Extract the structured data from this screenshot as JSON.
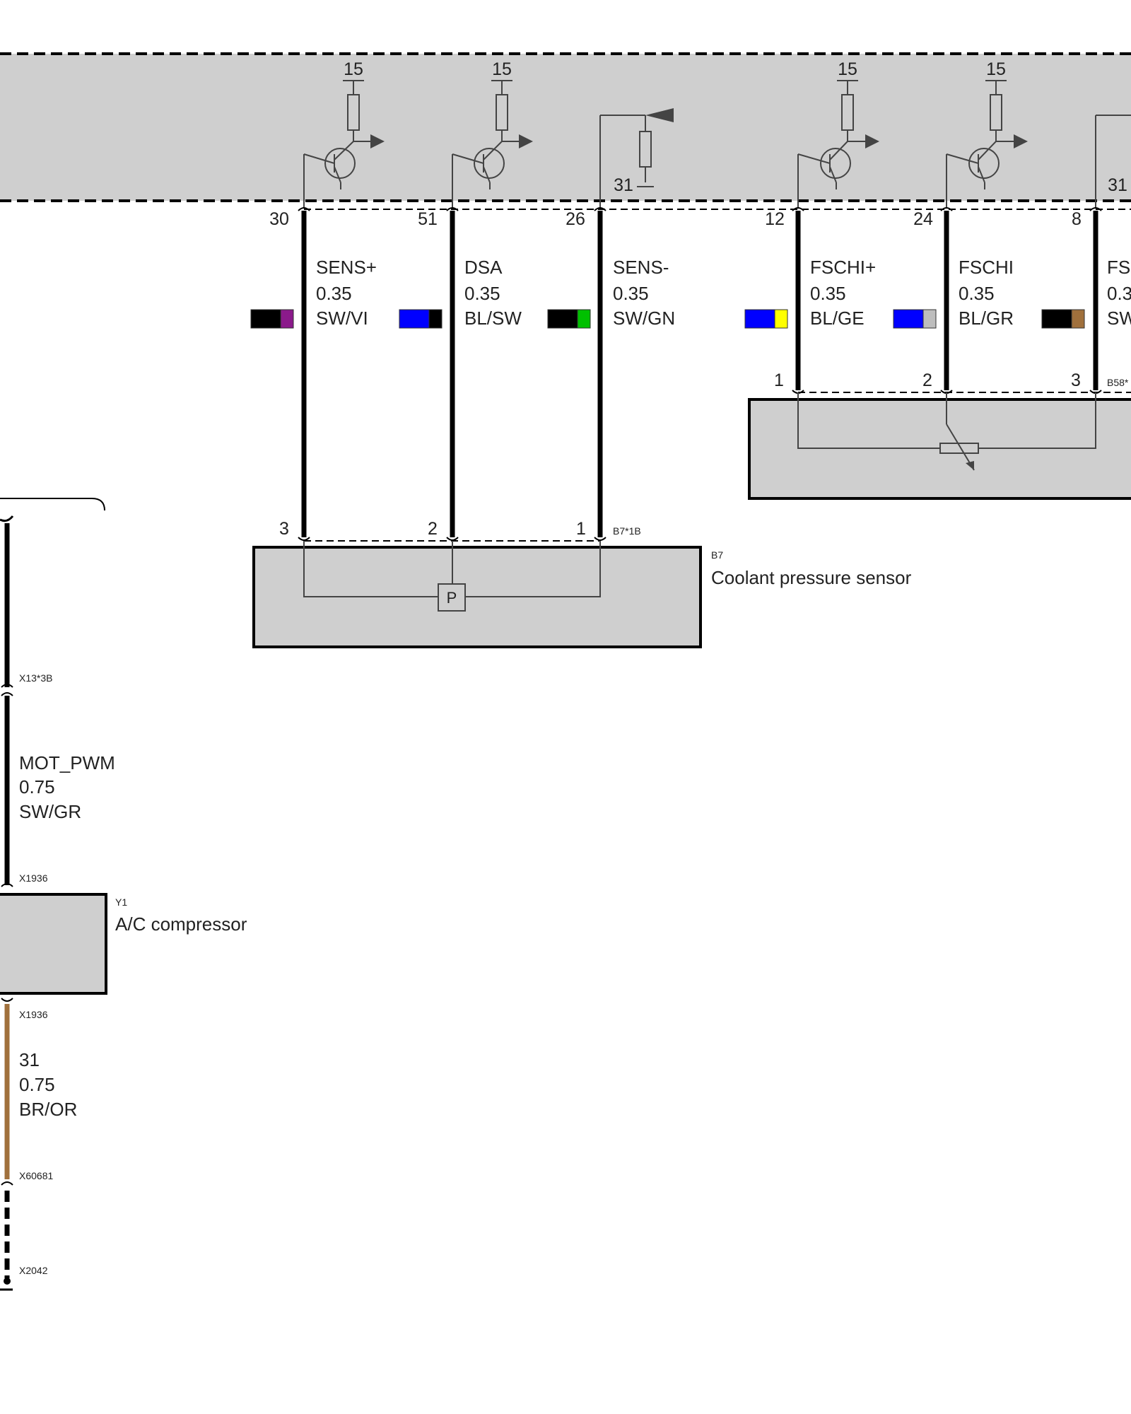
{
  "colors": {
    "box_fill": "#cfcfcf",
    "black": "#000000",
    "violet": "#8b1a8b",
    "blue": "#0000ff",
    "green": "#00c000",
    "yellow": "#ffff00",
    "gray": "#bdbdbd",
    "brown": "#a0703c",
    "ground_wire": "#a0703c"
  },
  "control_unit": {
    "supply_labels": [
      "15",
      "15",
      "15",
      "15"
    ],
    "ground_labels": [
      "31",
      "31"
    ]
  },
  "wires": [
    {
      "pin": "30",
      "signal": "SENS+",
      "gauge": "0.35",
      "color_code": "SW/VI",
      "swatch": [
        "#000000",
        "#8b1a8b"
      ],
      "end_pin": "3"
    },
    {
      "pin": "51",
      "signal": "DSA",
      "gauge": "0.35",
      "color_code": "BL/SW",
      "swatch": [
        "#0000ff",
        "#000000"
      ],
      "end_pin": "2"
    },
    {
      "pin": "26",
      "signal": "SENS-",
      "gauge": "0.35",
      "color_code": "SW/GN",
      "swatch": [
        "#000000",
        "#00c000"
      ],
      "end_pin": "1"
    },
    {
      "pin": "12",
      "signal": "FSCHI+",
      "gauge": "0.35",
      "color_code": "BL/GE",
      "swatch": [
        "#0000ff",
        "#ffff00"
      ],
      "end_pin": "1"
    },
    {
      "pin": "24",
      "signal": "FSCHI",
      "gauge": "0.35",
      "color_code": "BL/GR",
      "swatch": [
        "#0000ff",
        "#bdbdbd"
      ],
      "end_pin": "2"
    },
    {
      "pin": "8",
      "signal": "FS",
      "gauge": "0.3",
      "color_code": "SW",
      "swatch": [
        "#000000",
        "#a0703c"
      ],
      "end_pin": "3"
    }
  ],
  "connectors": {
    "b7_plug": "B7*1B",
    "b58_plug": "B58*",
    "x13": "X13*3B",
    "x1936_top": "X1936",
    "x1936_bottom": "X1936",
    "x60681": "X60681",
    "x2042": "X2042"
  },
  "components": {
    "b7": {
      "id": "B7",
      "name": "Coolant pressure sensor",
      "symbol": "P"
    },
    "y1": {
      "id": "Y1",
      "name": "A/C compressor"
    }
  },
  "left_wires": {
    "mot_pwm": {
      "signal": "MOT_PWM",
      "gauge": "0.75",
      "color_code": "SW/GR"
    },
    "ground": {
      "signal": "31",
      "gauge": "0.75",
      "color_code": "BR/OR"
    }
  }
}
